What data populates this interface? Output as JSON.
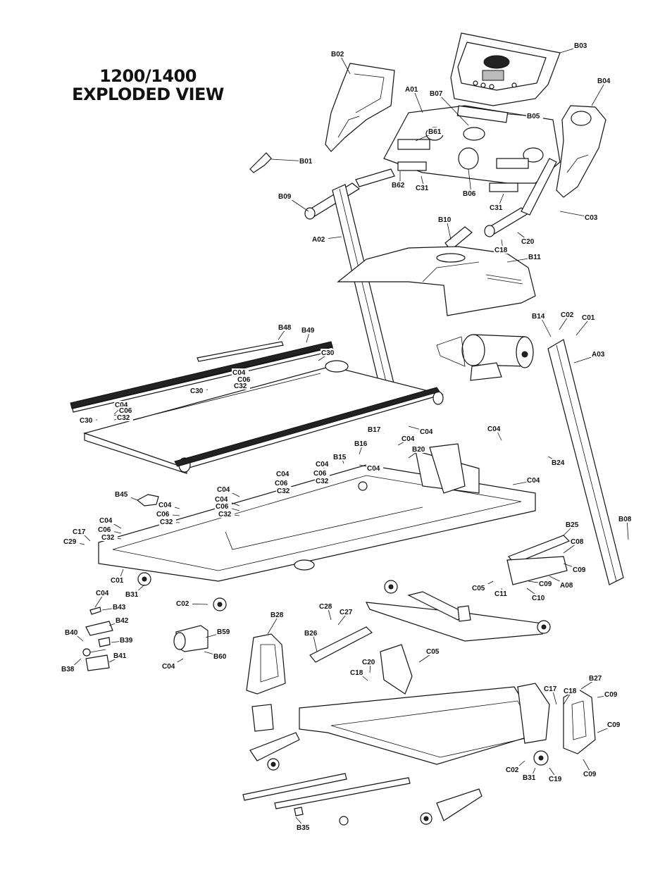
{
  "title": {
    "line1": "1200/1400",
    "line2": "EXPLODED VIEW"
  },
  "labels": {
    "B02": "B02",
    "B03": "B03",
    "B04": "B04",
    "A01": "A01",
    "B07": "B07",
    "B05": "B05",
    "B61": "B61",
    "B01": "B01",
    "B62": "B62",
    "C31a": "C31",
    "B06": "B06",
    "C31b": "C31",
    "B09": "B09",
    "C03": "C03",
    "B10": "B10",
    "A02": "A02",
    "C20a": "C20",
    "C18a": "C18",
    "B11": "B11",
    "B14": "B14",
    "C02a": "C02",
    "C01a": "C01",
    "B48": "B48",
    "B49": "B49",
    "C30a": "C30",
    "A03": "A03",
    "C04a": "C04",
    "C06a": "C06",
    "C30b": "C30",
    "C32a": "C32",
    "C04b": "C04",
    "C06b": "C06",
    "C30c": "C30",
    "C32b": "C32",
    "B17": "B17",
    "C04c": "C04",
    "C04d": "C04",
    "C04e": "C04",
    "B16": "B16",
    "B20": "B20",
    "B15": "B15",
    "C04f": "C04",
    "B24": "B24",
    "C04g": "C04",
    "C06c": "C06",
    "C04h": "C04",
    "C32c": "C32",
    "C04i": "C04",
    "C06d": "C06",
    "C32d": "C32",
    "C04j": "C04",
    "B45": "B45",
    "C04k": "C04",
    "C06e": "C06",
    "C04l": "C04",
    "C06f": "C06",
    "C32e": "C32",
    "C32f": "C32",
    "C04m": "C04",
    "C06g": "C06",
    "B08": "B08",
    "B25": "B25",
    "C32g": "C32",
    "C17a": "C17",
    "C29": "C29",
    "C08": "C08",
    "C09a": "C09",
    "C01b": "C01",
    "C05a": "C05",
    "C11": "C11",
    "C09b": "C09",
    "A08": "A08",
    "B31a": "B31",
    "C10": "C10",
    "C04n": "C04",
    "C02b": "C02",
    "B43": "B43",
    "C28": "C28",
    "C27": "C27",
    "B42": "B42",
    "B28": "B28",
    "B59": "B59",
    "B40": "B40",
    "B39": "B39",
    "B26": "B26",
    "B60": "B60",
    "C04o": "C04",
    "B41": "B41",
    "C05b": "C05",
    "B38": "B38",
    "C20b": "C20",
    "C18b": "C18",
    "B27": "B27",
    "C17b": "C17",
    "C18c": "C18",
    "C09c": "C09",
    "C09d": "C09",
    "C02c": "C02",
    "C19": "C19",
    "B31b": "B31",
    "C09e": "C09",
    "B35": "B35"
  }
}
